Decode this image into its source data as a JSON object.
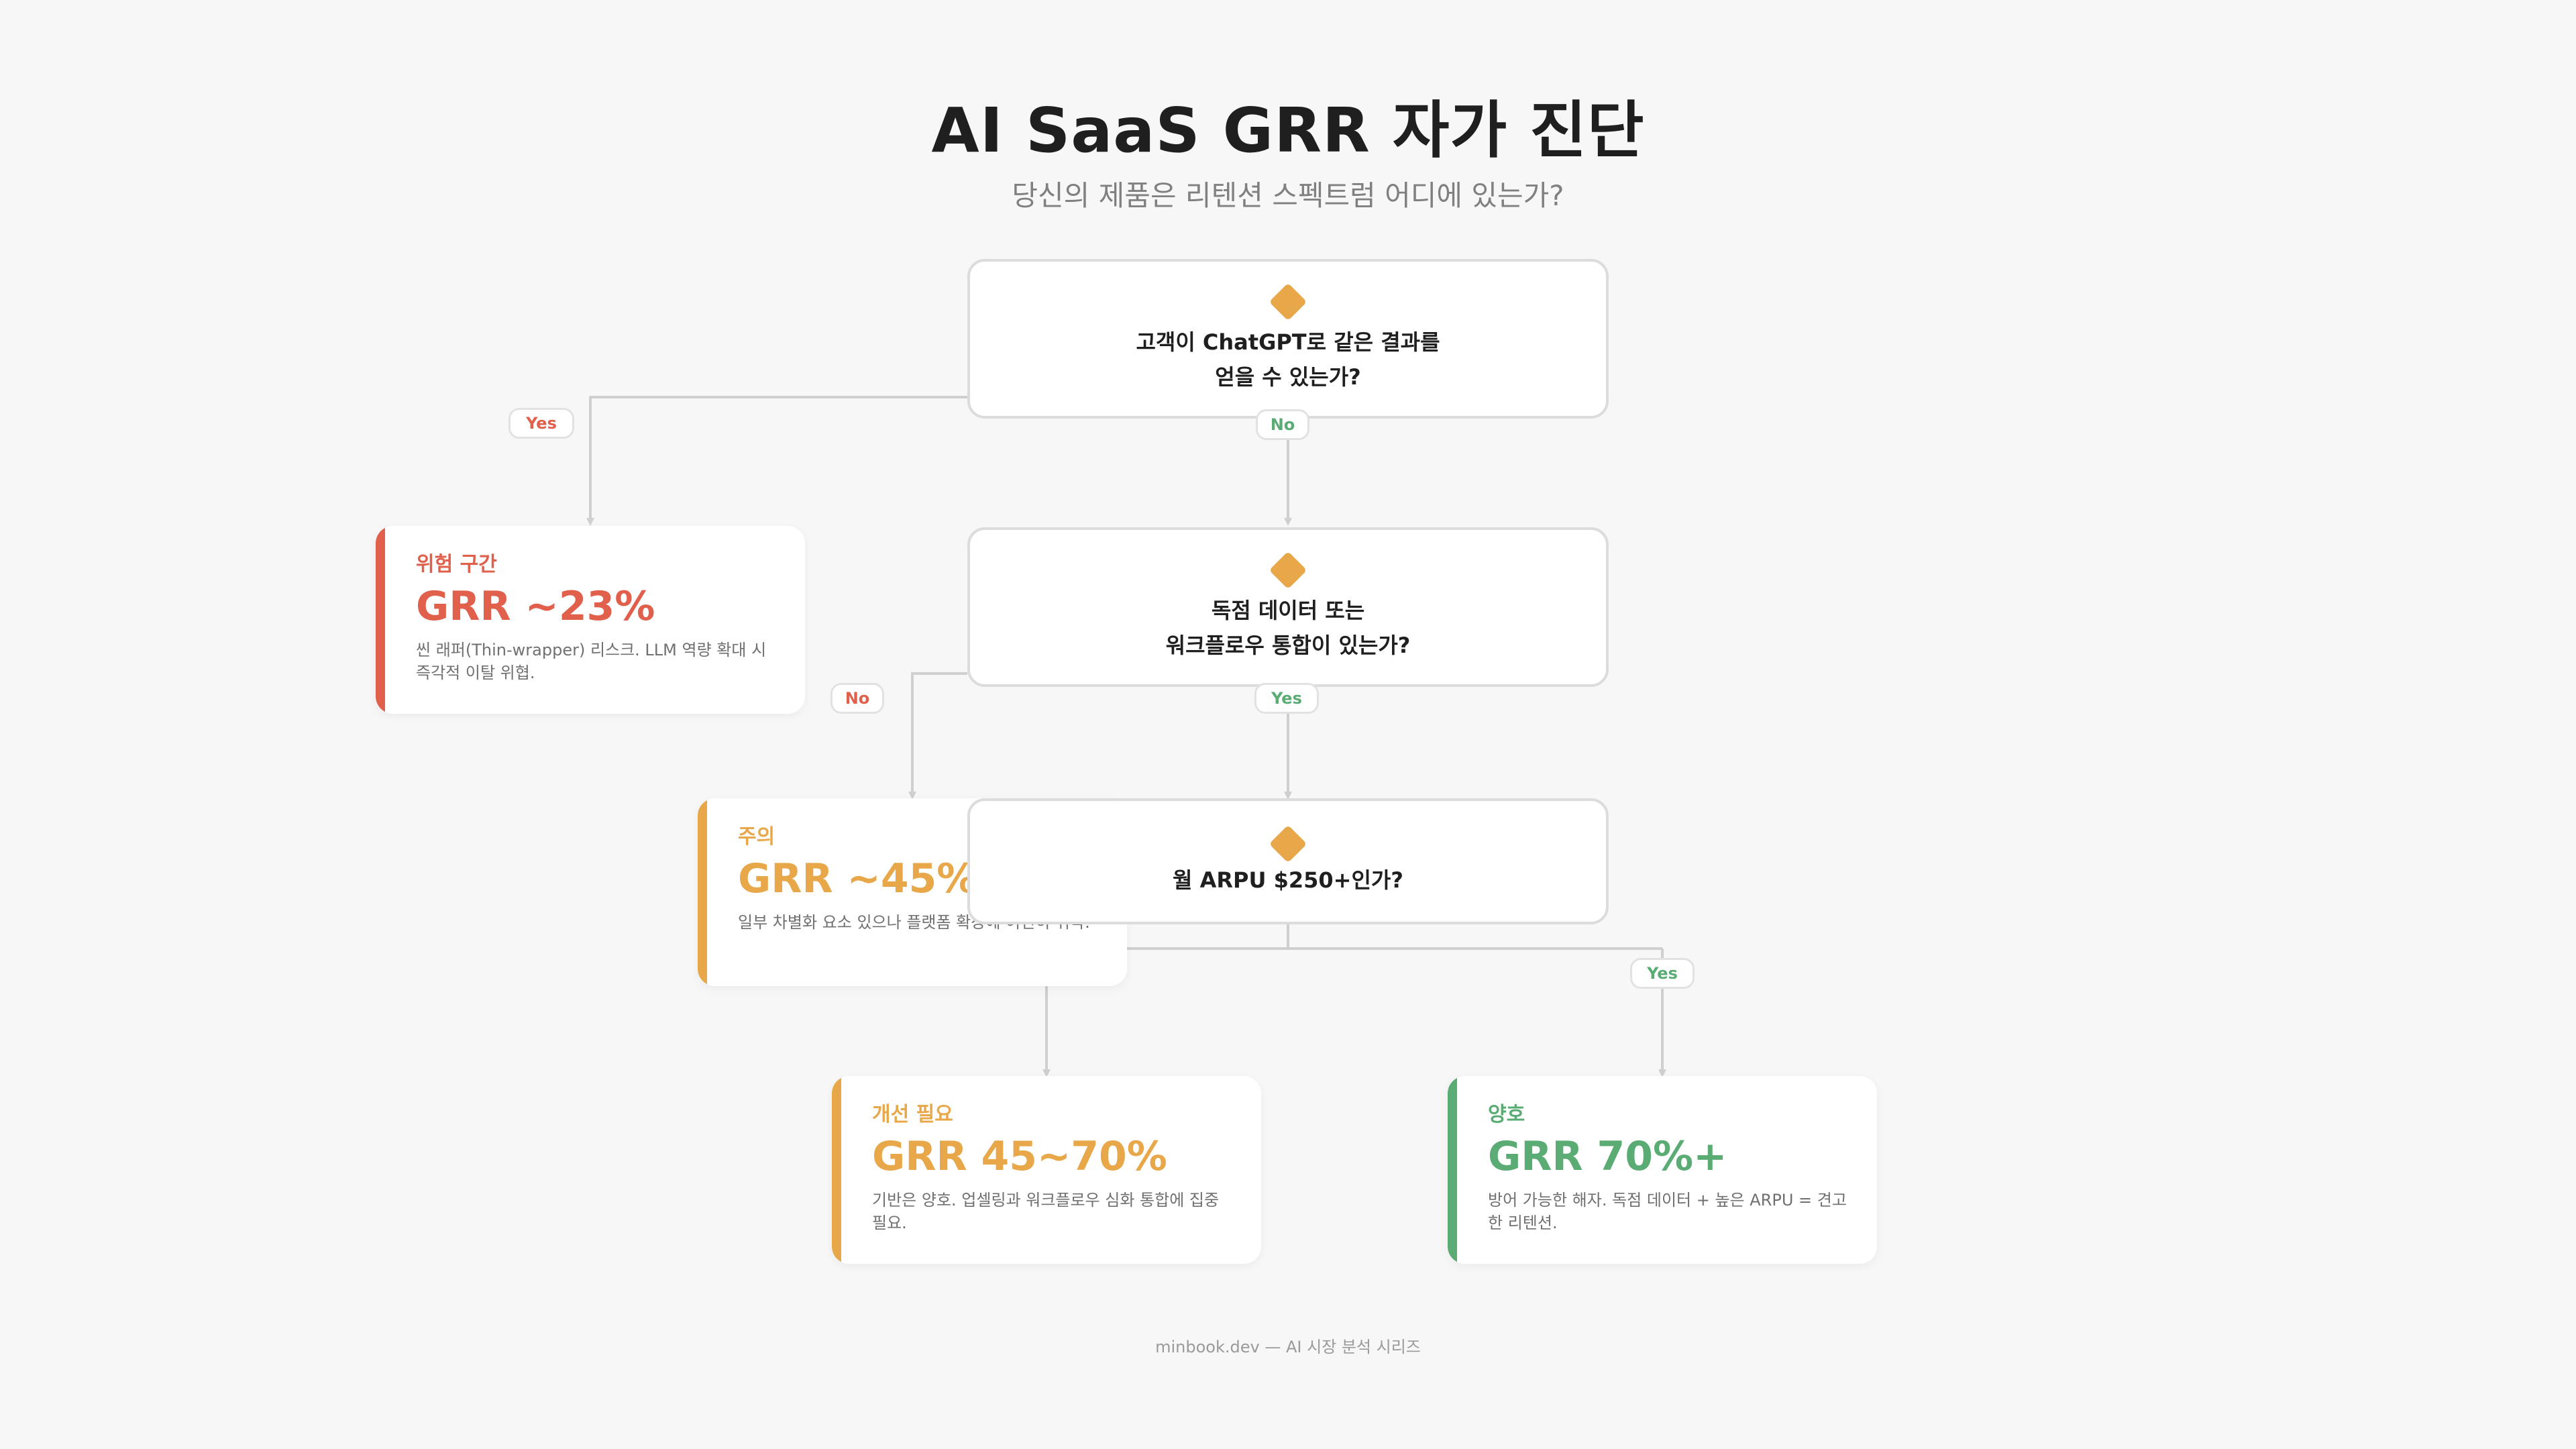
{
  "header": {
    "title": "AI SaaS GRR 자가 진단",
    "subtitle": "당신의 제품은 리텐션 스펙트럼 어디에 있는가?"
  },
  "decisions": {
    "q1": {
      "line1": "고객이 ChatGPT로 같은 결과를",
      "line2": "얻을 수 있는가?"
    },
    "q2": {
      "line1": "독점 데이터 또는",
      "line2": "워크플로우 통합이 있는가?"
    },
    "q3": {
      "line1": "월 ARPU $250+인가?"
    }
  },
  "edges": {
    "q1_yes": "Yes",
    "q1_no": "No",
    "q2_no": "No",
    "q2_yes": "Yes",
    "q3_yes": "Yes"
  },
  "results": {
    "danger": {
      "label": "위험 구간",
      "grr": "GRR ~23%",
      "desc": "씬 래퍼(Thin-wrapper) 리스크. LLM 역량 확대 시 즉각적 이탈 위협."
    },
    "caution": {
      "label": "주의",
      "grr": "GRR ~45%",
      "desc": "일부 차별화 요소 있으나 플랫폼 확장에 여전히 취약."
    },
    "improve": {
      "label": "개선 필요",
      "grr": "GRR 45~70%",
      "desc": "기반은 양호. 업셀링과 워크플로우 심화 통합에 집중 필요."
    },
    "good": {
      "label": "양호",
      "grr": "GRR 70%+",
      "desc": "방어 가능한 해자. 독점 데이터 + 높은 ARPU = 견고한 리텐션."
    }
  },
  "colors": {
    "danger": "#e0604c",
    "caution": "#e8a84a",
    "good": "#5aac74",
    "wire": "#cfcfcf",
    "diamond": "#e8a84a"
  },
  "footer": "minbook.dev — AI 시장 분석 시리즈"
}
